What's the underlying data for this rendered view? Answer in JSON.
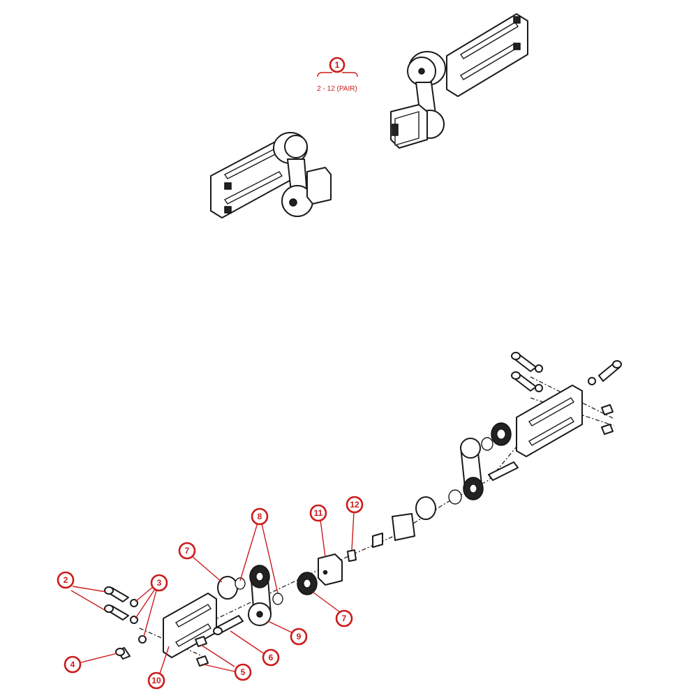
{
  "assembly": {
    "item": "1",
    "note": "2 - 12 (PAIR)"
  },
  "callouts": [
    {
      "id": "callout-2",
      "label": "2"
    },
    {
      "id": "callout-3",
      "label": "3"
    },
    {
      "id": "callout-4",
      "label": "4"
    },
    {
      "id": "callout-5",
      "label": "5"
    },
    {
      "id": "callout-6",
      "label": "6"
    },
    {
      "id": "callout-7a",
      "label": "7"
    },
    {
      "id": "callout-7b",
      "label": "7"
    },
    {
      "id": "callout-8",
      "label": "8"
    },
    {
      "id": "callout-9",
      "label": "9"
    },
    {
      "id": "callout-10",
      "label": "10"
    },
    {
      "id": "callout-11",
      "label": "11"
    },
    {
      "id": "callout-12",
      "label": "12"
    }
  ],
  "colors": {
    "callout": "#cc1a1a",
    "linework": "#1a1a1a",
    "background": "#ffffff"
  }
}
